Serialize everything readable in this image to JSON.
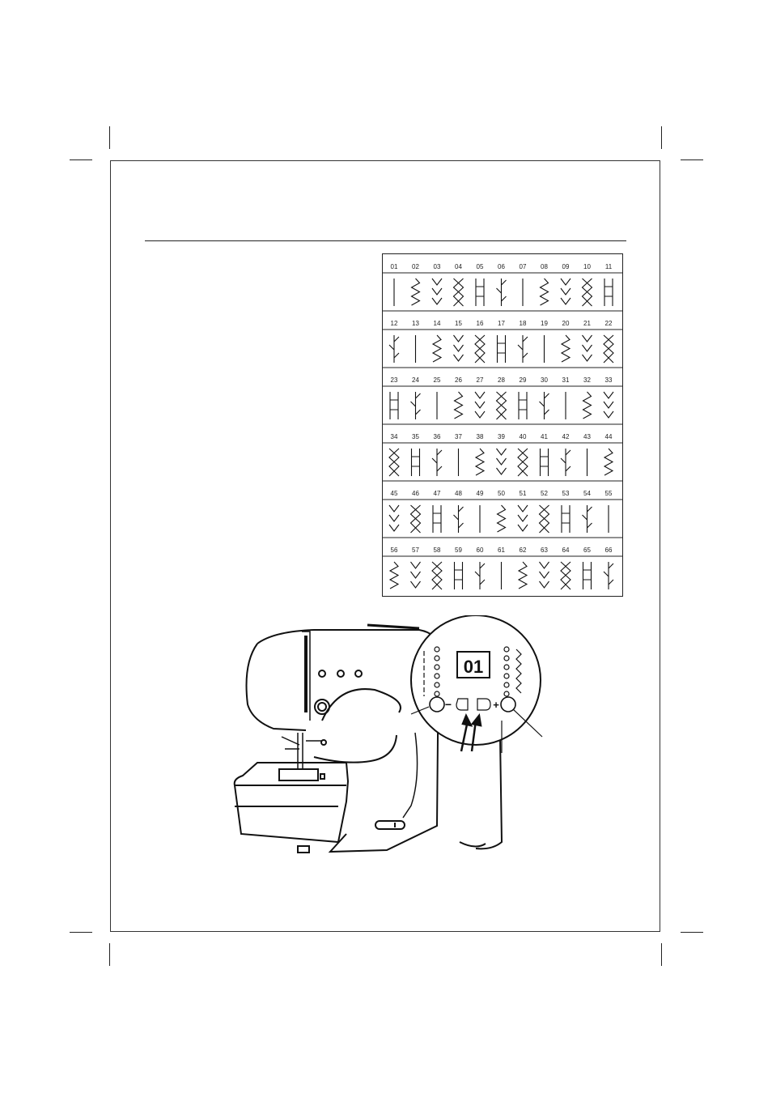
{
  "stitch_chart": {
    "rows": [
      [
        "01",
        "02",
        "03",
        "04",
        "05",
        "06",
        "07",
        "08",
        "09",
        "10",
        "11"
      ],
      [
        "12",
        "13",
        "14",
        "15",
        "16",
        "17",
        "18",
        "19",
        "20",
        "21",
        "22"
      ],
      [
        "23",
        "24",
        "25",
        "26",
        "27",
        "28",
        "29",
        "30",
        "31",
        "32",
        "33"
      ],
      [
        "34",
        "35",
        "36",
        "37",
        "38",
        "39",
        "40",
        "41",
        "42",
        "43",
        "44"
      ],
      [
        "45",
        "46",
        "47",
        "48",
        "49",
        "50",
        "51",
        "52",
        "53",
        "54",
        "55"
      ],
      [
        "56",
        "57",
        "58",
        "59",
        "60",
        "61",
        "62",
        "63",
        "64",
        "65",
        "66"
      ]
    ]
  },
  "machine_panel": {
    "display_value": "01",
    "minus_symbol": "−",
    "plus_symbol": "+"
  }
}
